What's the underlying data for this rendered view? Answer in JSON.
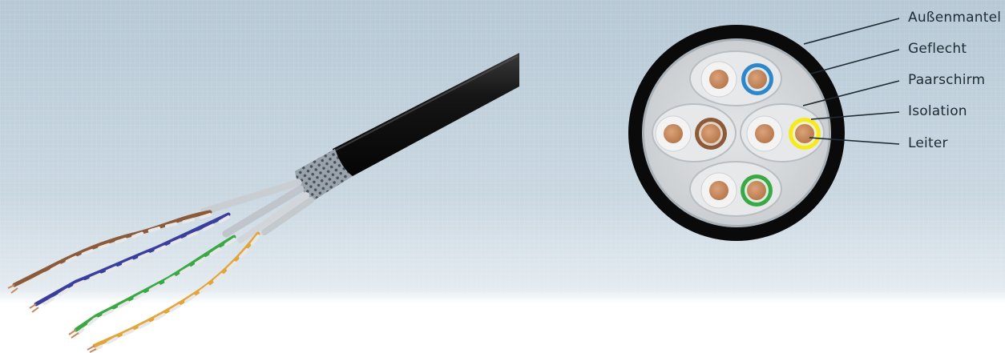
{
  "colors": {
    "background_top": "#b9cbd8",
    "background_bottom": "#ffffff",
    "jacket": "#0a0a0a",
    "braid": "#a9b1b8",
    "pair_shield": "#d8dbde",
    "conductor_copper": "#c58a5e",
    "insulation_blue": "#2f86c9",
    "insulation_brown": "#8a5a3a",
    "insulation_yellow": "#f4ea1e",
    "insulation_green": "#3aa845",
    "insulation_white": "#ececec",
    "leader_line": "#1e2a33"
  },
  "cross_section": {
    "labels": {
      "outer_jacket": "Außenmantel",
      "braid": "Geflecht",
      "pair_shield": "Paarschirm",
      "insulation": "Isolation",
      "conductor": "Leiter"
    }
  }
}
